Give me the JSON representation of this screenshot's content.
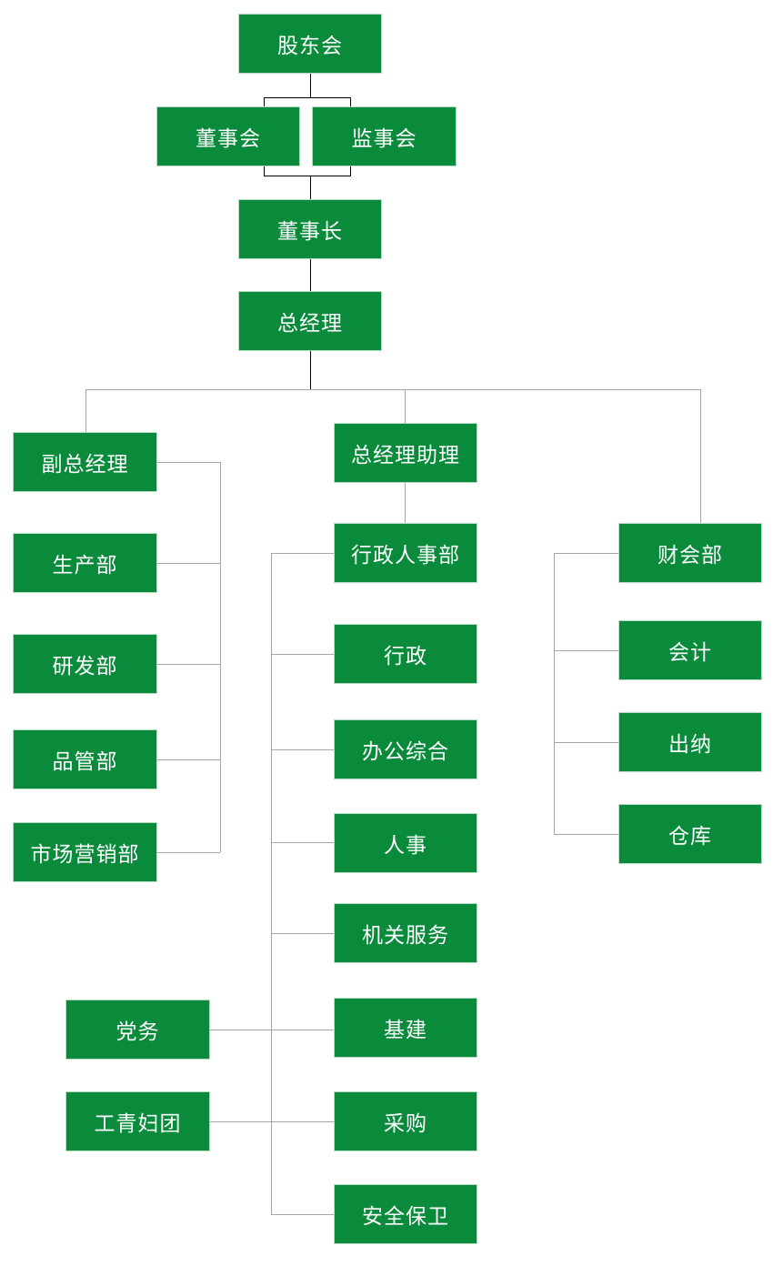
{
  "diagram": {
    "type": "org-chart",
    "colors": {
      "node_fill": "#098b3b",
      "node_text": "#ffffff",
      "line_primary": "#000000",
      "line_secondary": "#a6a6a6",
      "background": "#ffffff"
    },
    "nodes": [
      {
        "id": "shareholders",
        "label": "股东会"
      },
      {
        "id": "board",
        "label": "董事会"
      },
      {
        "id": "supervisory",
        "label": "监事会"
      },
      {
        "id": "chairman",
        "label": "董事长"
      },
      {
        "id": "general-manager",
        "label": "总经理"
      },
      {
        "id": "deputy-gm",
        "label": "副总经理"
      },
      {
        "id": "production-dept",
        "label": "生产部"
      },
      {
        "id": "rd-dept",
        "label": "研发部"
      },
      {
        "id": "qc-dept",
        "label": "品管部"
      },
      {
        "id": "marketing-dept",
        "label": "市场营销部"
      },
      {
        "id": "gm-assistant",
        "label": "总经理助理"
      },
      {
        "id": "admin-hr-dept",
        "label": "行政人事部"
      },
      {
        "id": "admin",
        "label": "行政"
      },
      {
        "id": "office-general",
        "label": "办公综合"
      },
      {
        "id": "personnel",
        "label": "人事"
      },
      {
        "id": "agency-services",
        "label": "机关服务"
      },
      {
        "id": "party-affairs",
        "label": "党务"
      },
      {
        "id": "infrastructure",
        "label": "基建"
      },
      {
        "id": "unions",
        "label": "工青妇团"
      },
      {
        "id": "procurement",
        "label": "采购"
      },
      {
        "id": "security",
        "label": "安全保卫"
      },
      {
        "id": "finance-dept",
        "label": "财会部"
      },
      {
        "id": "accounting",
        "label": "会计"
      },
      {
        "id": "cashier",
        "label": "出纳"
      },
      {
        "id": "warehouse",
        "label": "仓库"
      }
    ],
    "edges": [
      {
        "from": "shareholders",
        "to": "board"
      },
      {
        "from": "shareholders",
        "to": "supervisory"
      },
      {
        "from": "board",
        "to": "chairman"
      },
      {
        "from": "supervisory",
        "to": "chairman"
      },
      {
        "from": "chairman",
        "to": "general-manager"
      },
      {
        "from": "general-manager",
        "to": "deputy-gm"
      },
      {
        "from": "general-manager",
        "to": "gm-assistant"
      },
      {
        "from": "general-manager",
        "to": "finance-dept"
      },
      {
        "from": "deputy-gm",
        "to": "production-dept"
      },
      {
        "from": "deputy-gm",
        "to": "rd-dept"
      },
      {
        "from": "deputy-gm",
        "to": "qc-dept"
      },
      {
        "from": "deputy-gm",
        "to": "marketing-dept"
      },
      {
        "from": "gm-assistant",
        "to": "admin-hr-dept"
      },
      {
        "from": "admin-hr-dept",
        "to": "admin"
      },
      {
        "from": "admin-hr-dept",
        "to": "office-general"
      },
      {
        "from": "admin-hr-dept",
        "to": "personnel"
      },
      {
        "from": "admin-hr-dept",
        "to": "agency-services"
      },
      {
        "from": "admin-hr-dept",
        "to": "infrastructure"
      },
      {
        "from": "admin-hr-dept",
        "to": "procurement"
      },
      {
        "from": "admin-hr-dept",
        "to": "security"
      },
      {
        "from": "party-affairs",
        "to": "admin-hr-dept"
      },
      {
        "from": "unions",
        "to": "admin-hr-dept"
      },
      {
        "from": "finance-dept",
        "to": "accounting"
      },
      {
        "from": "finance-dept",
        "to": "cashier"
      },
      {
        "from": "finance-dept",
        "to": "warehouse"
      }
    ]
  }
}
